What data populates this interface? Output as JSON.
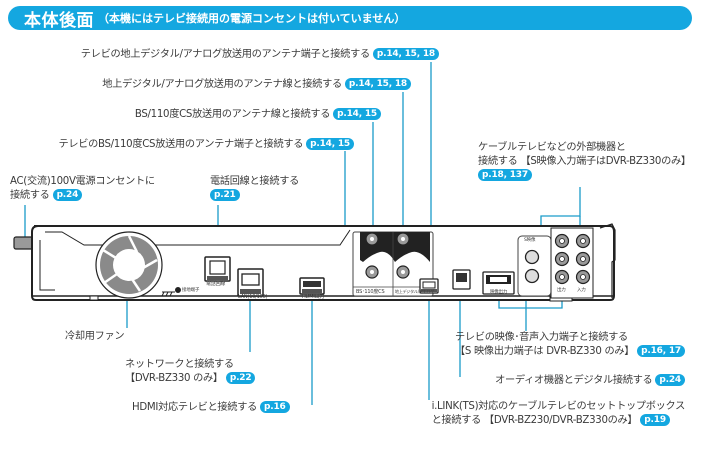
{
  "header": {
    "title": "本体後面",
    "subtitle": "（本機にはテレビ接続用の電源コンセントは付いていません）"
  },
  "colors": {
    "accent": "#14a7e0",
    "line": "#1a9cc9"
  },
  "callouts": {
    "antenna_out_terrestrial": {
      "text": "テレビの地上デジタル/アナログ放送用のアンテナ端子と接続する",
      "page": "p.14, 15, 18"
    },
    "antenna_in_terrestrial": {
      "text": "地上デジタル/アナログ放送用のアンテナ線と接続する",
      "page": "p.14, 15, 18"
    },
    "antenna_in_bs": {
      "text": "BS/110度CS放送用のアンテナ線と接続する",
      "page": "p.14, 15"
    },
    "antenna_out_bs": {
      "text": "テレビのBS/110度CS放送用のアンテナ端子と接続する",
      "page": "p.14, 15"
    },
    "ac_power": {
      "line1": "AC(交流)100V電源コンセントに",
      "line2": "接続する",
      "page": "p.24"
    },
    "phone": {
      "text": "電話回線と接続する",
      "page": "p.21"
    },
    "cable_input": {
      "line1": "ケーブルテレビなどの外部機器と",
      "line2": "接続する 【S映像入力端子はDVR-BZ330のみ】",
      "page": "p.18, 137"
    },
    "fan": {
      "text": "冷却用ファン"
    },
    "network": {
      "line1": "ネットワークと接続する",
      "line2": "【DVR-BZ330 のみ】",
      "page": "p.22"
    },
    "hdmi": {
      "text": "HDMI対応テレビと接続する",
      "page": "p.16"
    },
    "av_output": {
      "line1": "テレビの映像･音声入力端子と接続する",
      "line2": "【S 映像出力端子は DVR-BZ330 のみ】",
      "page": "p.16, 17"
    },
    "digital_audio": {
      "text": "オーディオ機器とデジタル接続する",
      "page": "p.24"
    },
    "ilink": {
      "line1": "i.LINK(TS)対応のケーブルテレビのセットトップボックス",
      "line2": "と接続する 【DVR-BZ230/DVR-BZ330のみ】",
      "page": "p.19"
    }
  },
  "device_labels": {
    "phone_port": "電話回線",
    "lan_port": "LAN(10/100)",
    "hdmi_port": "HDMI出力",
    "bs_group": "BS･110度CS",
    "terrestrial_group": "地上デジタル/アナログ",
    "in": "入力",
    "out": "出力",
    "d_terminal": "D1/D2/D3/D4",
    "d_terminal_sub": "映像出力",
    "s_video": "S映像",
    "optical": "光",
    "ground": "接地端子"
  }
}
